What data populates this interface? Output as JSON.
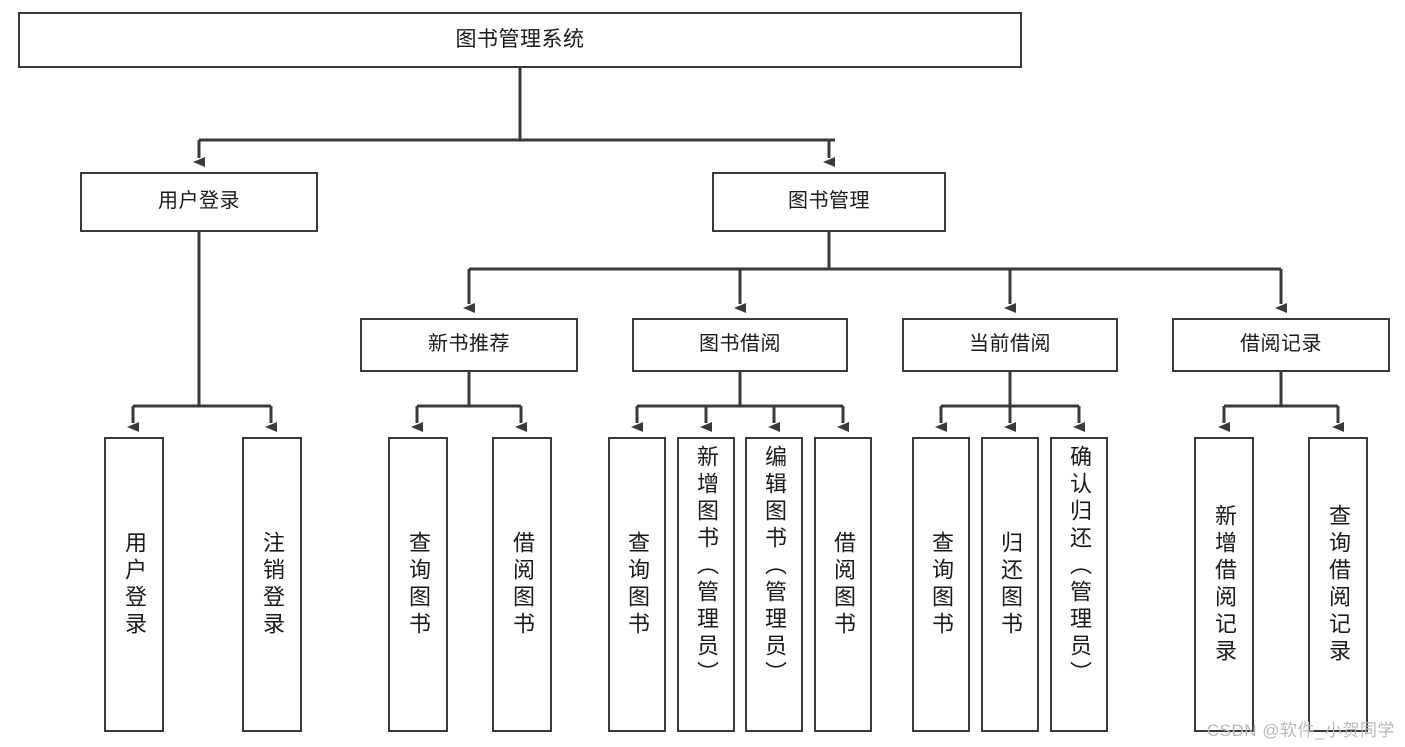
{
  "diagram": {
    "title": "图书管理系统",
    "type": "tree",
    "root": {
      "label": "图书管理系统"
    },
    "level1": [
      {
        "id": "user-login",
        "label": "用户登录"
      },
      {
        "id": "book-manage",
        "label": "图书管理"
      }
    ],
    "level2": [
      {
        "id": "new-recommend",
        "label": "新书推荐"
      },
      {
        "id": "book-borrow",
        "label": "图书借阅"
      },
      {
        "id": "current-borrow",
        "label": "当前借阅"
      },
      {
        "id": "borrow-record",
        "label": "借阅记录"
      }
    ],
    "leaves": [
      {
        "id": "leaf-user-login",
        "label": "用户登录",
        "parent": "user-login"
      },
      {
        "id": "leaf-logout-login",
        "label": "注销登录",
        "parent": "user-login"
      },
      {
        "id": "leaf-query-book-1",
        "label": "查询图书",
        "parent": "new-recommend"
      },
      {
        "id": "leaf-borrow-book-1",
        "label": "借阅图书",
        "parent": "new-recommend"
      },
      {
        "id": "leaf-query-book-2",
        "label": "查询图书",
        "parent": "book-borrow"
      },
      {
        "id": "leaf-add-book",
        "label": "新增图书（管理员）",
        "parent": "book-borrow"
      },
      {
        "id": "leaf-edit-book",
        "label": "编辑图书（管理员）",
        "parent": "book-borrow"
      },
      {
        "id": "leaf-borrow-book-2",
        "label": "借阅图书",
        "parent": "book-borrow"
      },
      {
        "id": "leaf-query-book-3",
        "label": "查询图书",
        "parent": "current-borrow"
      },
      {
        "id": "leaf-return-book",
        "label": "归还图书",
        "parent": "current-borrow"
      },
      {
        "id": "leaf-confirm-return",
        "label": "确认归还（管理员）",
        "parent": "current-borrow"
      },
      {
        "id": "leaf-add-record",
        "label": "新增借阅记录",
        "parent": "borrow-record"
      },
      {
        "id": "leaf-query-record",
        "label": "查询借阅记录",
        "parent": "borrow-record"
      }
    ],
    "colors": {
      "box_border": "#3a3a3a",
      "box_fill": "#ffffff",
      "connector": "#3a3a3a",
      "text": "#1a1a1a",
      "watermark": "#b9b9b9"
    }
  },
  "watermark": {
    "text": "CSDN @软件_小贺同学"
  }
}
